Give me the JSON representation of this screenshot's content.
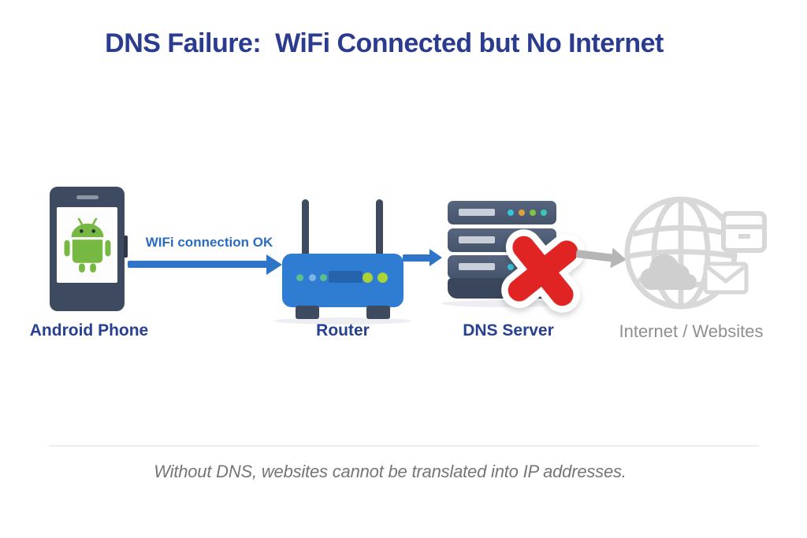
{
  "title": "DNS Failure:  WiFi Connected but No Internet",
  "diagram": {
    "nodes": [
      {
        "id": "phone",
        "label": "Android Phone",
        "icon": "android-phone-icon"
      },
      {
        "id": "router",
        "label": "Router",
        "icon": "router-icon"
      },
      {
        "id": "dns",
        "label": "DNS Server",
        "icon": "dns-server-icon",
        "status": "failed",
        "status_icon": "red-x-icon"
      },
      {
        "id": "internet",
        "label": "Internet / Websites",
        "icon": "internet-globe-icon"
      }
    ],
    "connections": [
      {
        "from": "phone",
        "to": "router",
        "label": "WIFi connection OK",
        "style": "blue-arrow",
        "status": "ok"
      },
      {
        "from": "router",
        "to": "dns",
        "label": "",
        "style": "blue-arrow",
        "status": "ok"
      },
      {
        "from": "dns",
        "to": "internet",
        "label": "",
        "style": "gray-arrow",
        "status": "blocked"
      }
    ]
  },
  "footer": {
    "note": "Without DNS, websites cannot be translated into IP addresses."
  },
  "colors": {
    "title": "#2b3c8e",
    "node_label": "#27408f",
    "muted_label": "#8f8f8f",
    "wifi_label": "#2b6cc0",
    "arrow_blue": "#2e74c8",
    "arrow_gray": "#b5b5b5",
    "phone_body": "#3e4a5f",
    "android_green": "#77b843",
    "router_body": "#2f7cd3",
    "server_body": "#4c5a75",
    "error_red": "#e02424",
    "internet_gray": "#d8d8d8",
    "caption": "#757575"
  }
}
